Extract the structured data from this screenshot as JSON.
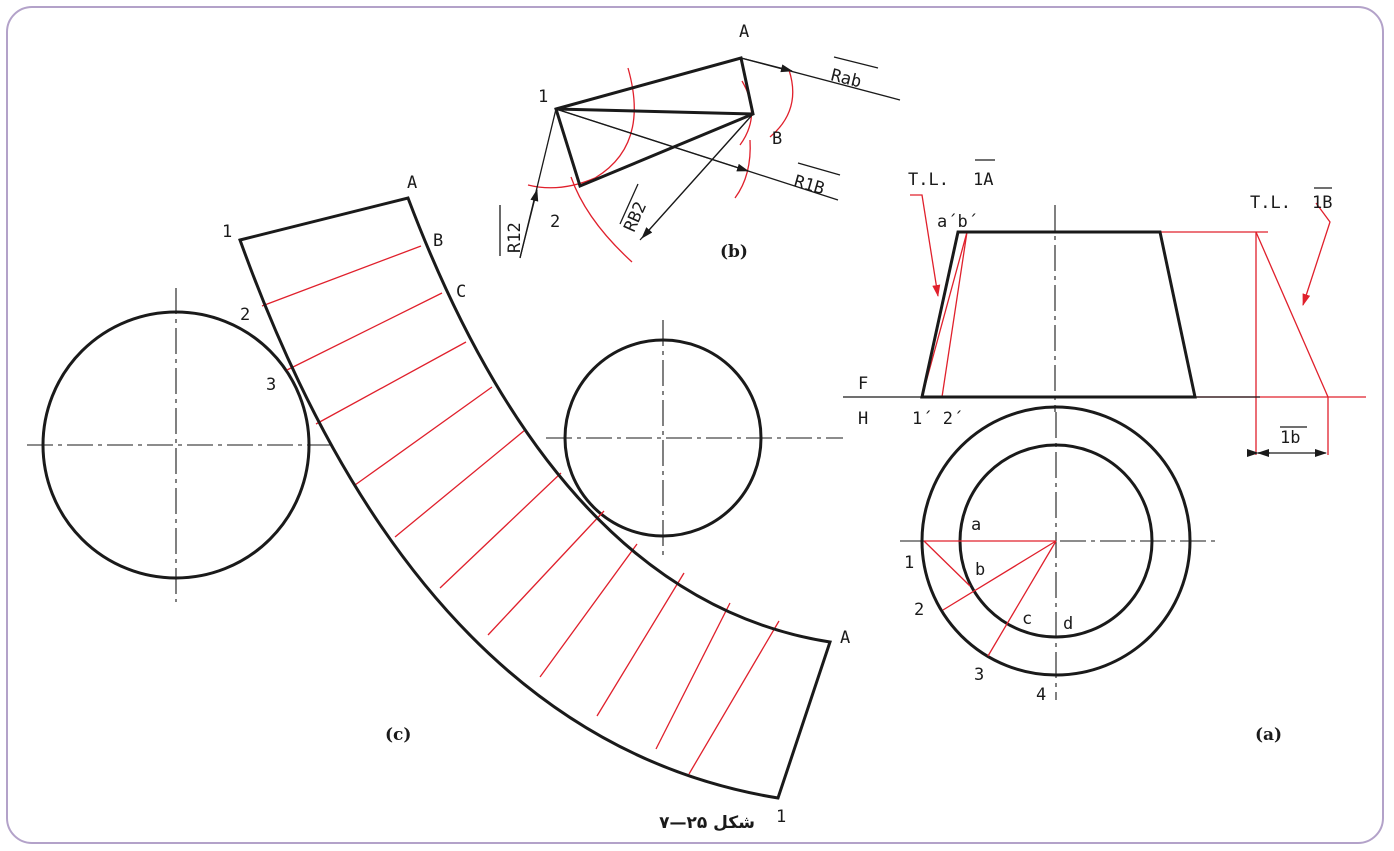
{
  "views": {
    "c": {
      "caption": "(c)",
      "left_labels": [
        "1",
        "2",
        "3"
      ],
      "top_labels": [
        "A",
        "B",
        "C"
      ],
      "end_labels": [
        "A",
        "1"
      ]
    },
    "b": {
      "caption": "(b)",
      "points": [
        "A",
        "1",
        "B",
        "2"
      ],
      "radius_labels": [
        "Rab",
        "R1B",
        "RB2",
        "R12"
      ]
    },
    "a": {
      "caption": "(a)",
      "tl_left": "T.L.",
      "tl_left_bar": "1A",
      "tl_right": "T.L.",
      "tl_right_bar": "1B",
      "front_top_label": "a´b´",
      "front_bottom_label": "1´ 2´",
      "fold_upper": "F",
      "fold_lower": "H",
      "dimension": "1b",
      "top_view_labels": [
        "a",
        "b",
        "c",
        "d",
        "1",
        "2",
        "3",
        "4"
      ]
    }
  },
  "figure_caption": "شکل ۲۵—۷",
  "colors": {
    "frame": "#b3a2c9",
    "line": "#1a1a1a",
    "construction": "#e0202c"
  }
}
